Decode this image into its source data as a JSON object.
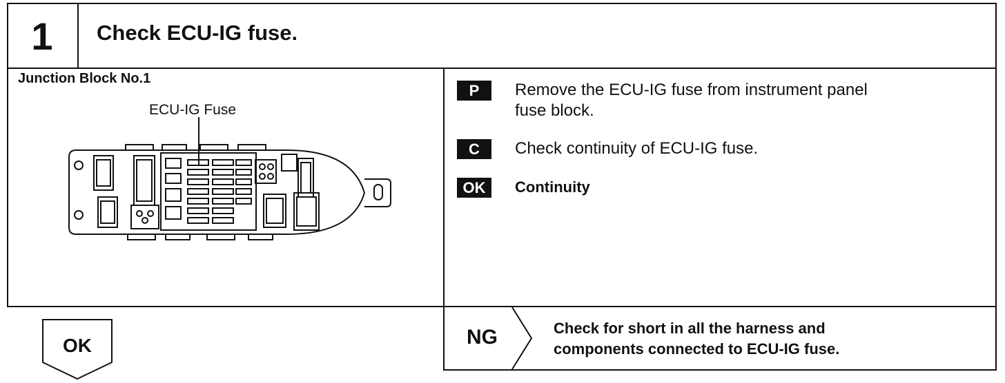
{
  "step": {
    "number": "1",
    "title": "Check ECU-IG fuse."
  },
  "diagram": {
    "block_label": "Junction Block No.1",
    "fuse_label": "ECU-IG Fuse"
  },
  "instructions": [
    {
      "tag": "P",
      "text_line1": "Remove the ECU-IG fuse from instrument panel",
      "text_line2": "fuse block."
    },
    {
      "tag": "C",
      "text_line1": "Check continuity of ECU-IG fuse."
    },
    {
      "tag": "OK",
      "text_line1": "Continuity"
    }
  ],
  "result_ok": {
    "label": "OK"
  },
  "result_ng": {
    "label": "NG",
    "text_line1": "Check for short in all the harness and",
    "text_line2": "components connected to ECU-IG fuse."
  }
}
